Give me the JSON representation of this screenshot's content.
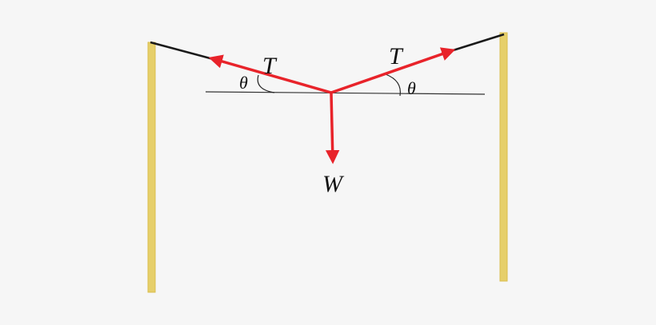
{
  "labels": {
    "tension_left": "T",
    "tension_right": "T",
    "angle_left": "θ",
    "angle_right": "θ",
    "weight": "W"
  },
  "colors": {
    "force_arrow": "#e8232a",
    "wire": "#1a1a1a",
    "pole": "#e6cf6a",
    "background": "#f6f6f6"
  }
}
